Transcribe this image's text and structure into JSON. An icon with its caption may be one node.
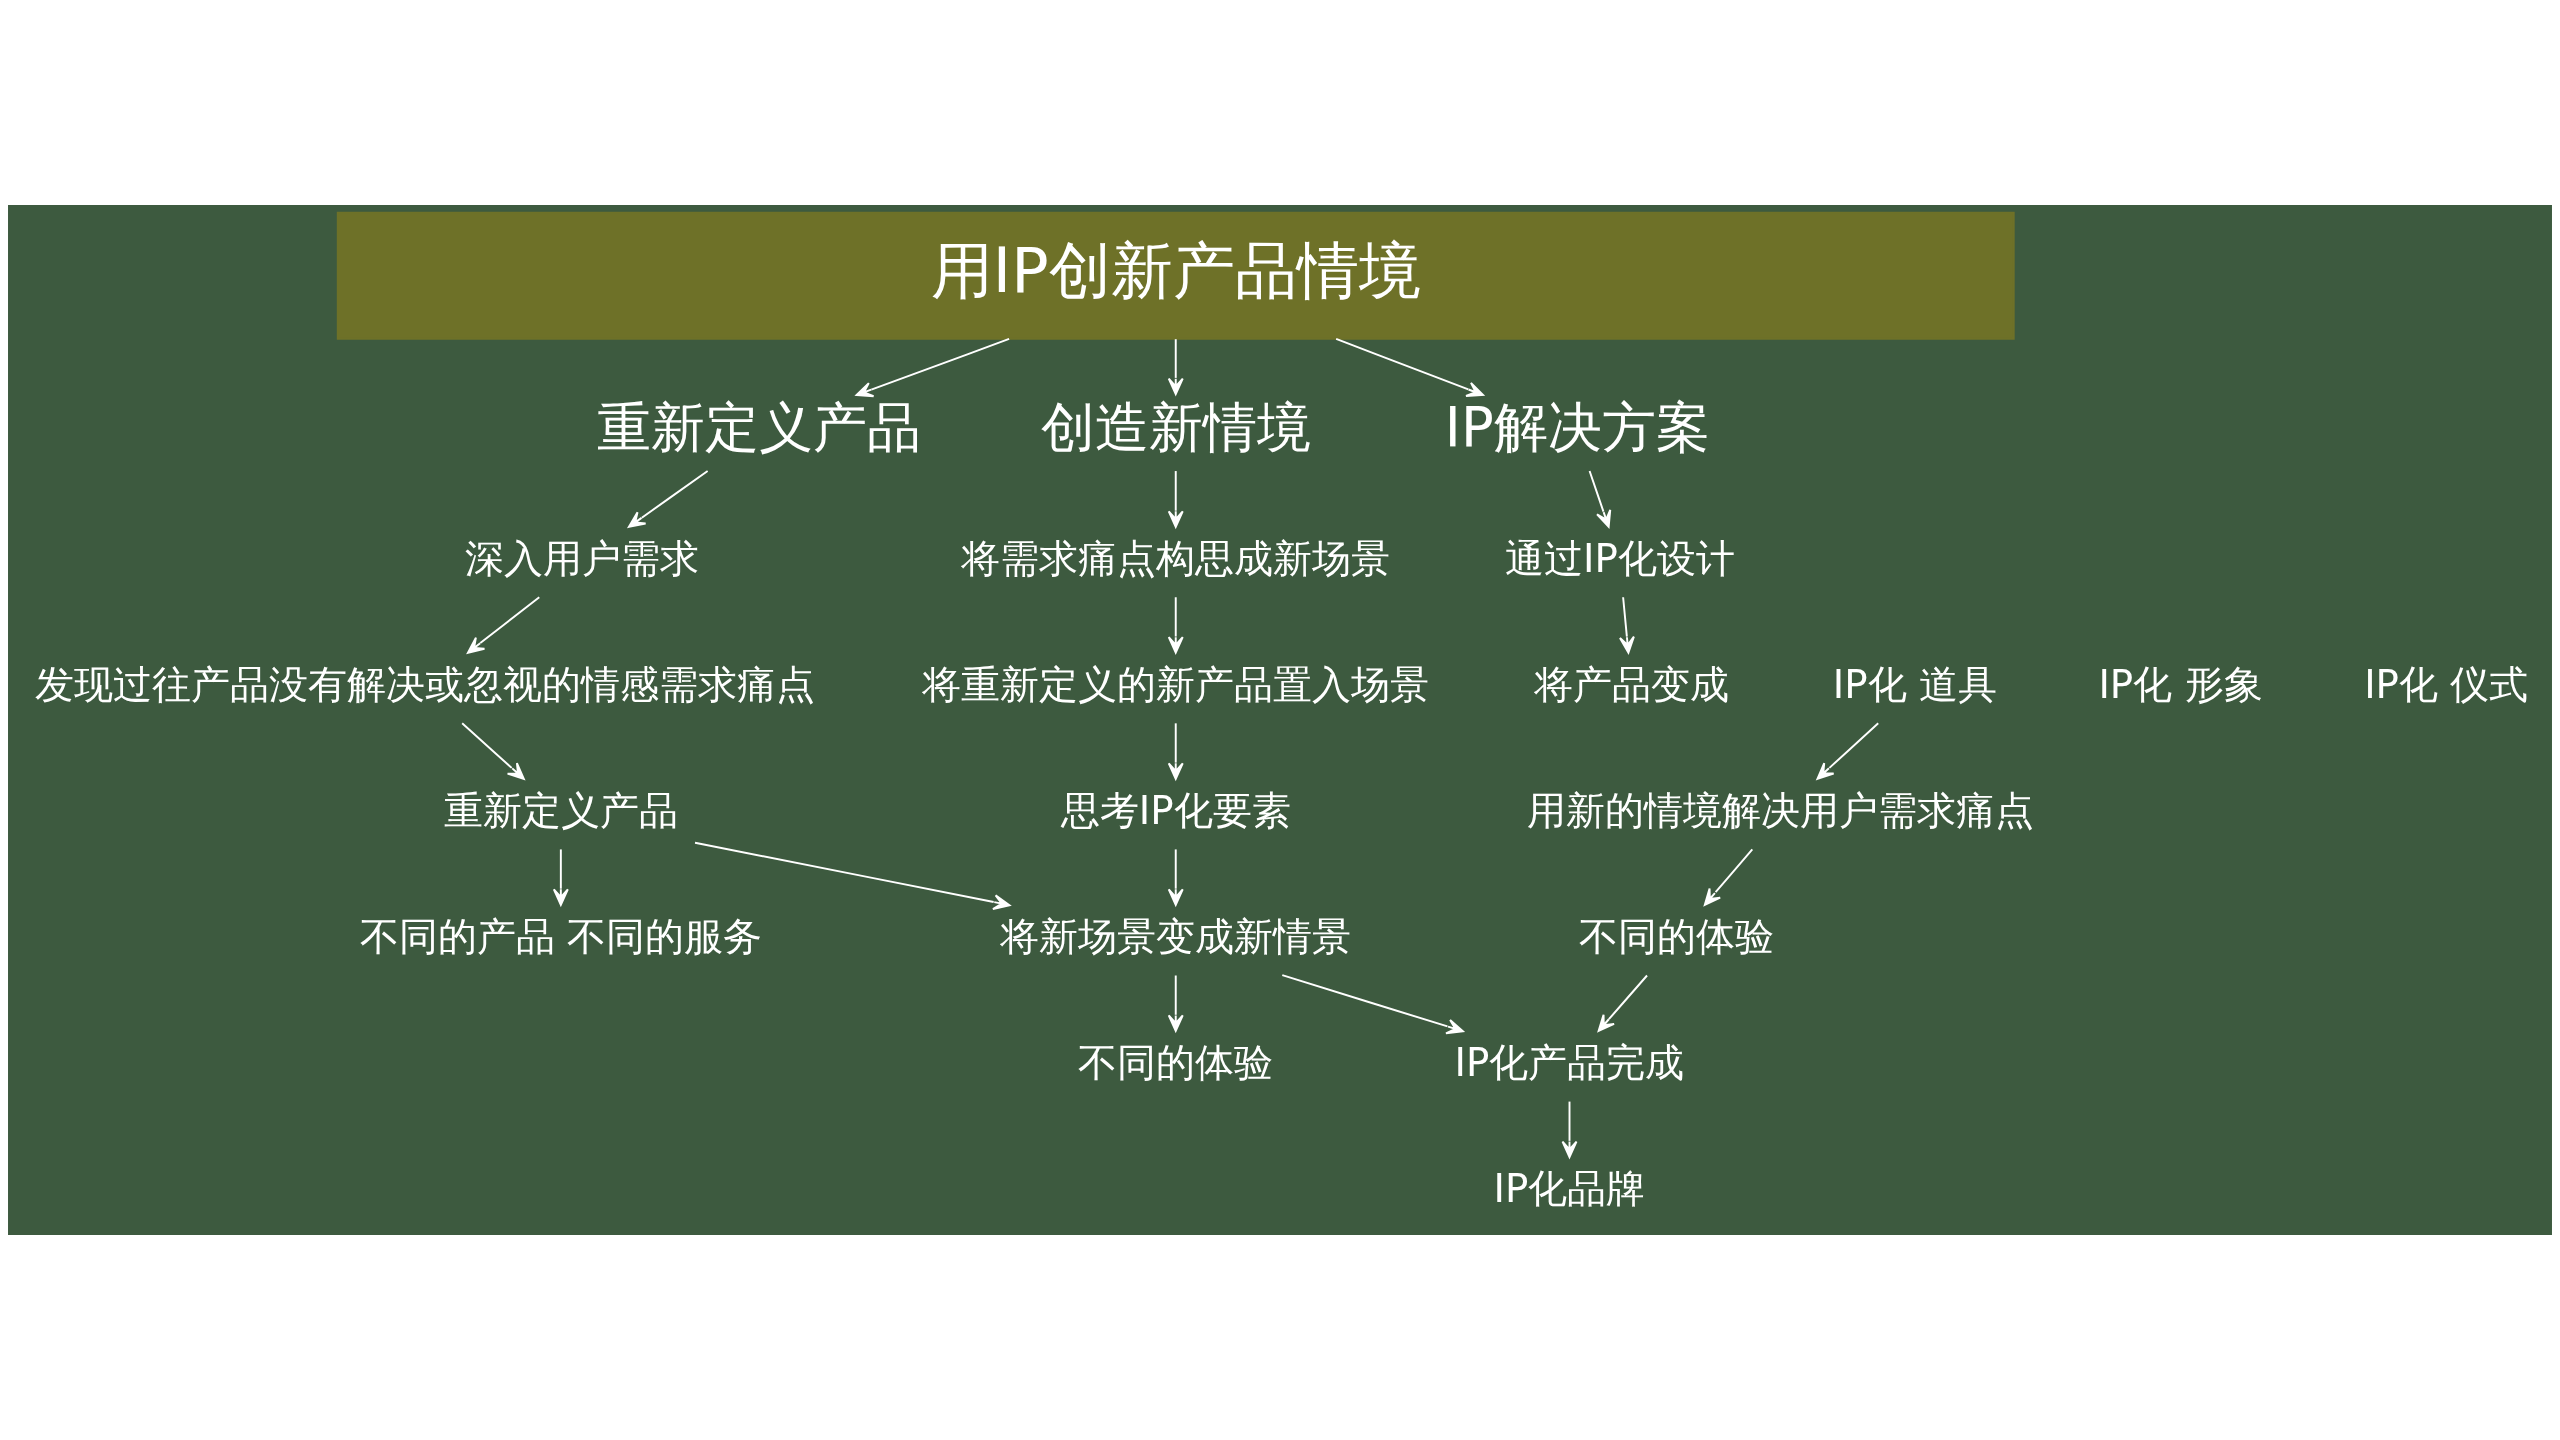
{
  "diagram": {
    "nodes": [
      {
        "text": [
          "用IP创新产品情境"
        ]
      },
      {
        "text": [
          "重新定义产品"
        ]
      },
      {
        "text": [
          "深入用户需求"
        ]
      },
      {
        "text": [
          "发现过往产品没有解决或忽视的情感需求痛点"
        ]
      },
      {
        "text": [
          "重新定义产品"
        ]
      },
      {
        "text": [
          "不同的产品 不同的服务"
        ]
      },
      {
        "text": [
          "创造新情境"
        ]
      },
      {
        "text": [
          "将需求痛点构思成新场景"
        ]
      },
      {
        "text": [
          "将重新定义的新产品置入场景"
        ]
      },
      {
        "text": [
          "思考IP化要素"
        ]
      },
      {
        "text": [
          "将新场景变成新情景"
        ]
      },
      {
        "text": [
          "不同的体验"
        ]
      },
      {
        "text": [
          "IP解决方案"
        ]
      },
      {
        "text": [
          "通过IP化设计"
        ]
      },
      {
        "text": [
          "将产品变成"
        ]
      },
      {
        "text": [
          "IP化 形象"
        ]
      },
      {
        "text": [
          "IP化 道具"
        ]
      },
      {
        "text": [
          "IP化 仪式"
        ]
      },
      {
        "text": [
          "用新的情境解决用户需求痛点"
        ]
      },
      {
        "text": [
          "不同的体验"
        ]
      },
      {
        "text": [
          "IP化产品完成"
        ]
      },
      {
        "text": [
          "IP化品牌"
        ]
      }
    ],
    "edges": [
      {
        "from": 0,
        "to": 1,
        "arrow": "to"
      },
      {
        "from": 0,
        "to": 6,
        "arrow": "to"
      },
      {
        "from": 0,
        "to": 12,
        "arrow": "to"
      },
      {
        "from": 1,
        "to": 2,
        "arrow": "to"
      },
      {
        "from": 2,
        "to": 3,
        "arrow": "to"
      },
      {
        "from": 3,
        "to": 4,
        "arrow": "to"
      },
      {
        "from": 4,
        "to": 5,
        "arrow": "to"
      },
      {
        "from": 4,
        "to": 10,
        "arrow": "to"
      },
      {
        "from": 6,
        "to": 7,
        "arrow": "to"
      },
      {
        "from": 7,
        "to": 8,
        "arrow": "to"
      },
      {
        "from": 8,
        "to": 9,
        "arrow": "to"
      },
      {
        "from": 9,
        "to": 10,
        "arrow": "to"
      },
      {
        "from": 10,
        "to": 11,
        "arrow": "to"
      },
      {
        "from": 10,
        "to": 20,
        "arrow": "to"
      },
      {
        "from": 12,
        "to": 13,
        "arrow": "to"
      },
      {
        "from": 13,
        "to": 14,
        "arrow": "to"
      },
      {
        "from": 16,
        "to": 18,
        "arrow": "to"
      },
      {
        "from": 18,
        "to": 19,
        "arrow": "to"
      },
      {
        "from": 19,
        "to": 20,
        "arrow": "to"
      },
      {
        "from": 20,
        "to": 21,
        "arrow": "to"
      }
    ]
  }
}
